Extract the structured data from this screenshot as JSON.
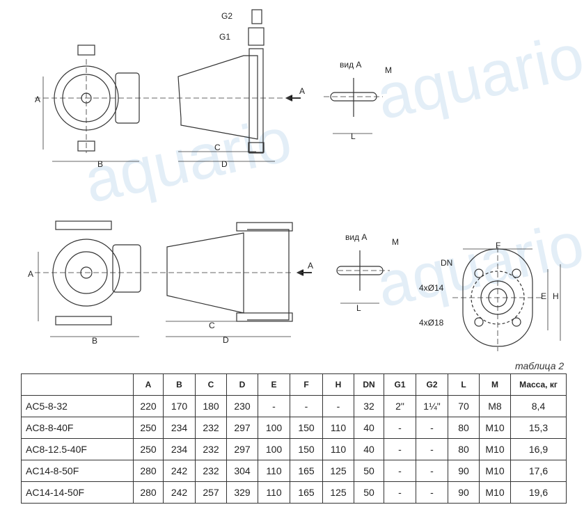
{
  "watermark": "aquario",
  "drawing": {
    "top": {
      "A": "A",
      "B": "B",
      "C": "C",
      "D": "D",
      "G1": "G1",
      "G2": "G2",
      "view": "вид А",
      "M": "M",
      "L": "L",
      "arrow": "A"
    },
    "bottom": {
      "A": "A",
      "B": "B",
      "C": "C",
      "D": "D",
      "view": "вид А",
      "M": "M",
      "L": "L",
      "arrow": "A",
      "F": "F",
      "DN": "DN",
      "holes14": "4xØ14",
      "holes18": "4xØ18",
      "E": "E",
      "H": "H"
    }
  },
  "table": {
    "caption": "таблица 2",
    "headers": [
      "",
      "A",
      "B",
      "C",
      "D",
      "E",
      "F",
      "H",
      "DN",
      "G1",
      "G2",
      "L",
      "M",
      "Масса, кг"
    ],
    "rows": [
      [
        "AC5-8-32",
        "220",
        "170",
        "180",
        "230",
        "-",
        "-",
        "-",
        "32",
        "2\"",
        "1¼\"",
        "70",
        "M8",
        "8,4"
      ],
      [
        "AC8-8-40F",
        "250",
        "234",
        "232",
        "297",
        "100",
        "150",
        "110",
        "40",
        "-",
        "-",
        "80",
        "M10",
        "15,3"
      ],
      [
        "AC8-12.5-40F",
        "250",
        "234",
        "232",
        "297",
        "100",
        "150",
        "110",
        "40",
        "-",
        "-",
        "80",
        "M10",
        "16,9"
      ],
      [
        "AC14-8-50F",
        "280",
        "242",
        "232",
        "304",
        "110",
        "165",
        "125",
        "50",
        "-",
        "-",
        "90",
        "M10",
        "17,6"
      ],
      [
        "AC14-14-50F",
        "280",
        "242",
        "257",
        "329",
        "110",
        "165",
        "125",
        "50",
        "-",
        "-",
        "90",
        "M10",
        "19,6"
      ]
    ]
  }
}
